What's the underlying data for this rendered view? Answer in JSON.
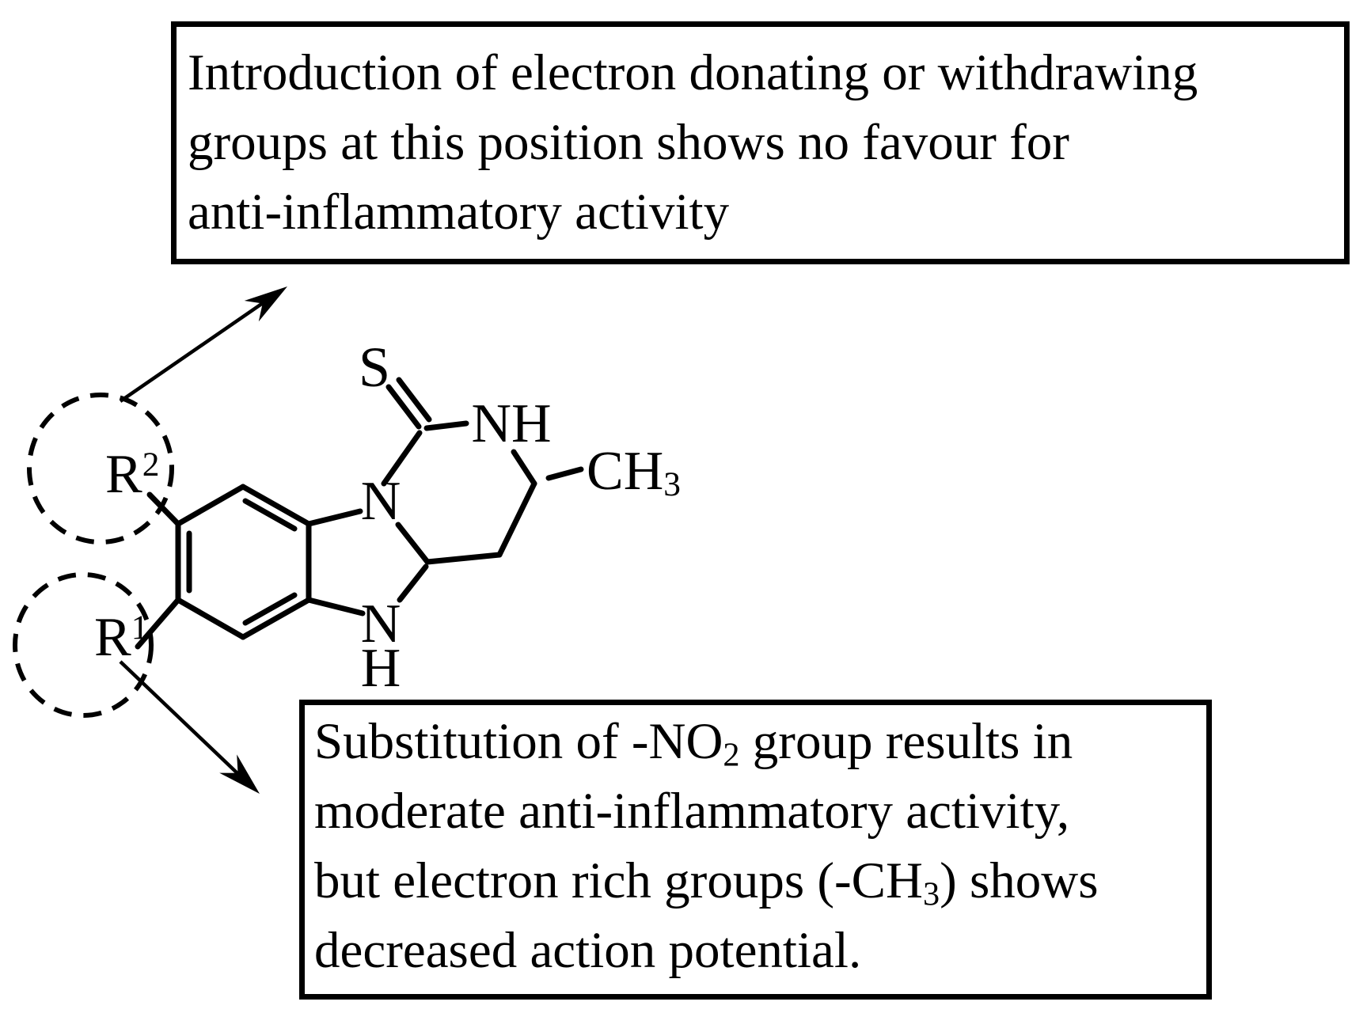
{
  "annotations": {
    "top_box": {
      "lines": [
        [
          {
            "t": "Introduction of electron donating or withdrawing"
          }
        ],
        [
          {
            "t": "groups at this position shows no favour for"
          }
        ],
        [
          {
            "t": "anti-inflammatory activity"
          }
        ]
      ]
    },
    "bottom_box": {
      "lines": [
        [
          {
            "t": "Substitution of -NO"
          },
          {
            "sub": "2"
          },
          {
            "t": " group results in"
          }
        ],
        [
          {
            "t": "moderate anti-inflammatory activity,"
          }
        ],
        [
          {
            "t": "but electron rich groups (-CH"
          },
          {
            "sub": "3"
          },
          {
            "t": ") shows"
          }
        ],
        [
          {
            "t": "decreased action potential."
          }
        ]
      ]
    }
  },
  "molecule": {
    "labels": {
      "sulfur": {
        "text": "S"
      },
      "ring_nh": {
        "text": "NH"
      },
      "methyl": {
        "text": "CH",
        "sub": "3"
      },
      "bridge_n": {
        "text": "N"
      },
      "imidazole_n": {
        "text": "N"
      },
      "imidazole_h": {
        "text": "H"
      },
      "r2": {
        "text": "R",
        "sup": "2"
      },
      "r1": {
        "text": "R",
        "sup": "1"
      }
    }
  },
  "colors": {
    "ink": "#000000",
    "background": "#ffffff"
  }
}
